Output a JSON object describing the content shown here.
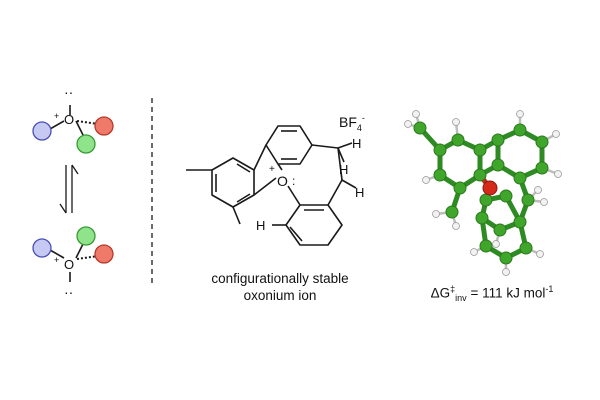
{
  "scheme": {
    "charge_symbol": "+",
    "oxygen_symbol": "O",
    "lone_pair_glyph": "··",
    "equilibrium_arrows": "reversible"
  },
  "structure": {
    "counterion_main": "BF",
    "counterion_sub": "4",
    "counterion_sup": "-",
    "oxonium_label": "O",
    "oxonium_charge": "+",
    "h_label": "H",
    "caption_line1": "configurationally stable",
    "caption_line2": "oxonium ion"
  },
  "energy": {
    "symbol": "ΔG",
    "dagger": "‡",
    "subscript": "inv",
    "value_text": " = 111 kJ mol",
    "exponent": "-1"
  },
  "colors": {
    "bond": "#1a1a1a",
    "carbon": "#3fa62b",
    "oxygen": "#d42a1a",
    "hydrogen": "#f2f2f2",
    "sub_blue": "#c6c9f2",
    "sub_green": "#8fe38a",
    "sub_red": "#ef7a6a"
  }
}
